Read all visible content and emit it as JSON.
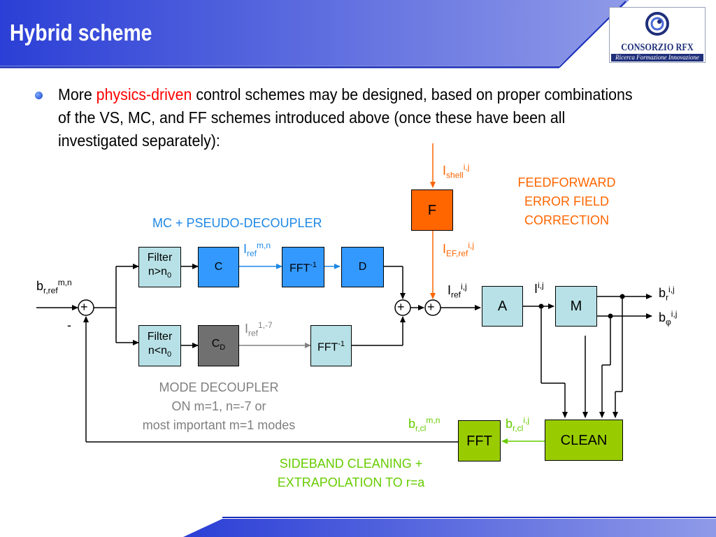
{
  "header": {
    "title": "Hybrid scheme",
    "logo_name": "CONSORZIO RFX",
    "logo_tagline": "Ricerca Formazione Innovazione"
  },
  "bullet": {
    "before": "More ",
    "highlight": "physics-driven",
    "after": " control schemes may be designed, based on proper combinations of the VS, MC, and FF schemes introduced above (once these have been all investigated separately):"
  },
  "diagram": {
    "captions": {
      "mc": "MC + PSEUDO-DECOUPLER",
      "ff_line1": "FEEDFORWARD",
      "ff_line2": "ERROR FIELD",
      "ff_line3": "CORRECTION",
      "md_line1": "MODE DECOUPLER",
      "md_line2": "ON m=1, n=-7 or",
      "md_line3": "most important m=1 modes",
      "sb_line1": "SIDEBAND CLEANING +",
      "sb_line2": "EXTRAPOLATION TO r=a"
    },
    "blocks": {
      "filter": "Filter",
      "filter_hi": "n>n",
      "filter_lo": "n<n",
      "filter_sub": "0",
      "c": "C",
      "cd": "C",
      "cd_sub": "D",
      "fft": "FFT",
      "fft_inv_sup": "-1",
      "d": "D",
      "f": "F",
      "a": "A",
      "m": "M",
      "clean": "CLEAN"
    },
    "signals": {
      "plus": "+",
      "minus": "-",
      "b": "b",
      "I": "I",
      "r_ref": "r,ref",
      "mn": "m,n",
      "ref": "ref",
      "ref_17": "1,-7",
      "shell": "shell",
      "ij": "i,j",
      "ef_ref": "EF,ref",
      "r": "r",
      "phi": "φ",
      "r_cl": "r,cl"
    },
    "colors": {
      "blue_block": "#3399ff",
      "light_block": "#b7e1e6",
      "gray_block": "#707070",
      "orange_block": "#ff6600",
      "green_block": "#99cc00",
      "blue_text": "#1e88e5",
      "orange_text": "#ff6600",
      "gray_text": "#808080",
      "green_text": "#66cc00"
    }
  }
}
